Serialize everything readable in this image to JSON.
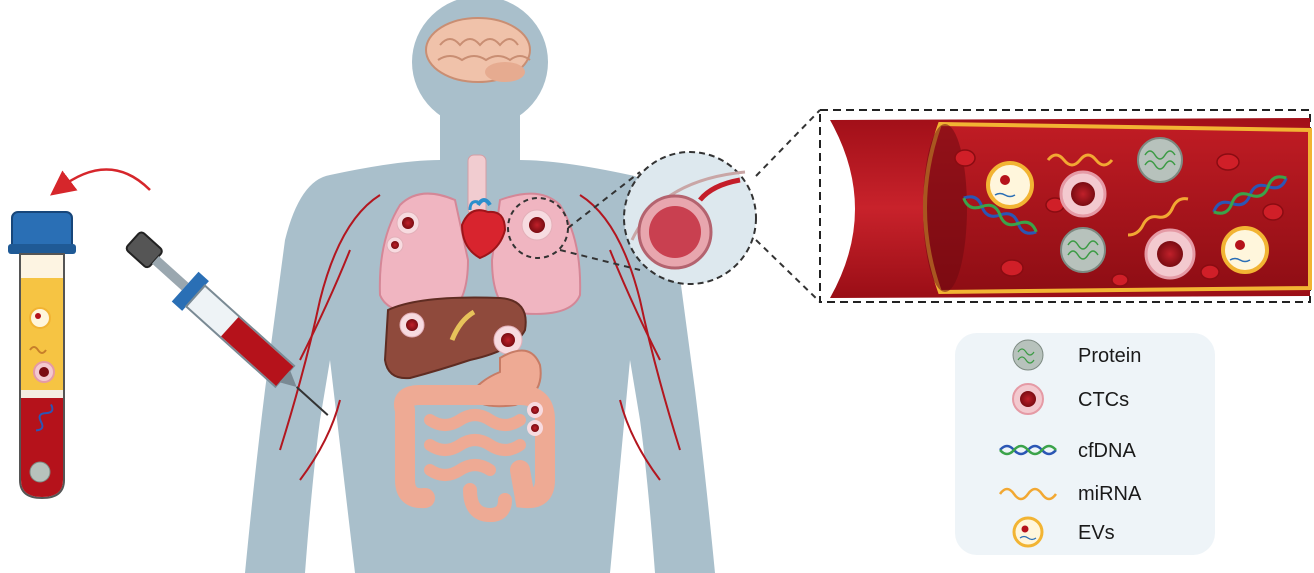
{
  "legend": {
    "items": [
      {
        "label": "Protein",
        "icon": "protein-icon"
      },
      {
        "label": "CTCs",
        "icon": "ctc-icon"
      },
      {
        "label": "cfDNA",
        "icon": "cfdna-icon"
      },
      {
        "label": "miRNA",
        "icon": "mirna-icon"
      },
      {
        "label": "EVs",
        "icon": "ev-icon"
      }
    ]
  },
  "colors": {
    "body": "#a9bfcb",
    "vessel_wall": "#c41e2a",
    "vessel_inner": "#8b0f15",
    "vessel_border": "#f2b433",
    "blood": "#b5121b",
    "plasma": "#f6c443",
    "tube_cap": "#2a6fb5",
    "legend_bg": "#eef4f8",
    "arrow": "#d6262b"
  }
}
